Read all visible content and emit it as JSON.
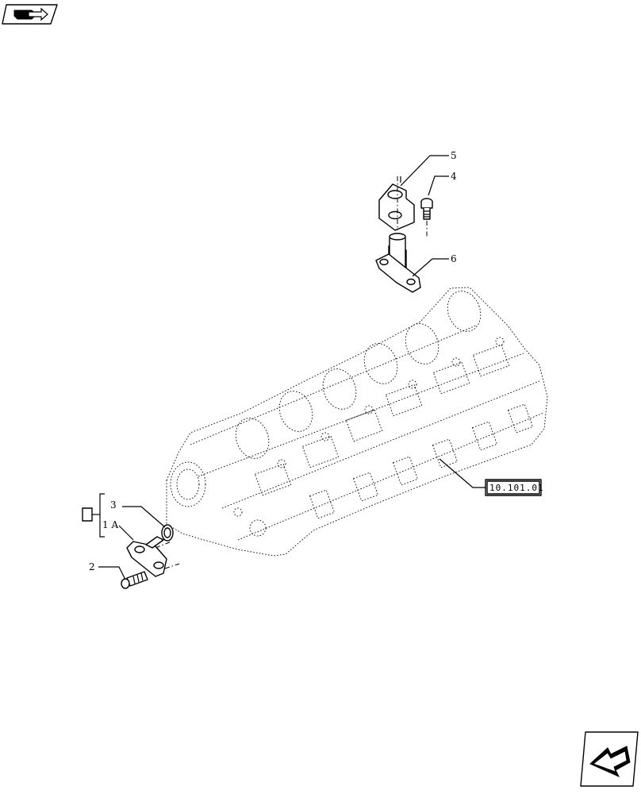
{
  "callouts": {
    "c5": "5",
    "c4": "4",
    "c6": "6",
    "c3": "3",
    "c1a": "1 A",
    "c2": "2"
  },
  "reference_box": {
    "label": "10.101.01"
  },
  "colors": {
    "line": "#000000",
    "background": "#ffffff"
  },
  "icons": {
    "top_left": "book-arrow-icon",
    "bottom_right": "next-page-arrow-icon"
  }
}
